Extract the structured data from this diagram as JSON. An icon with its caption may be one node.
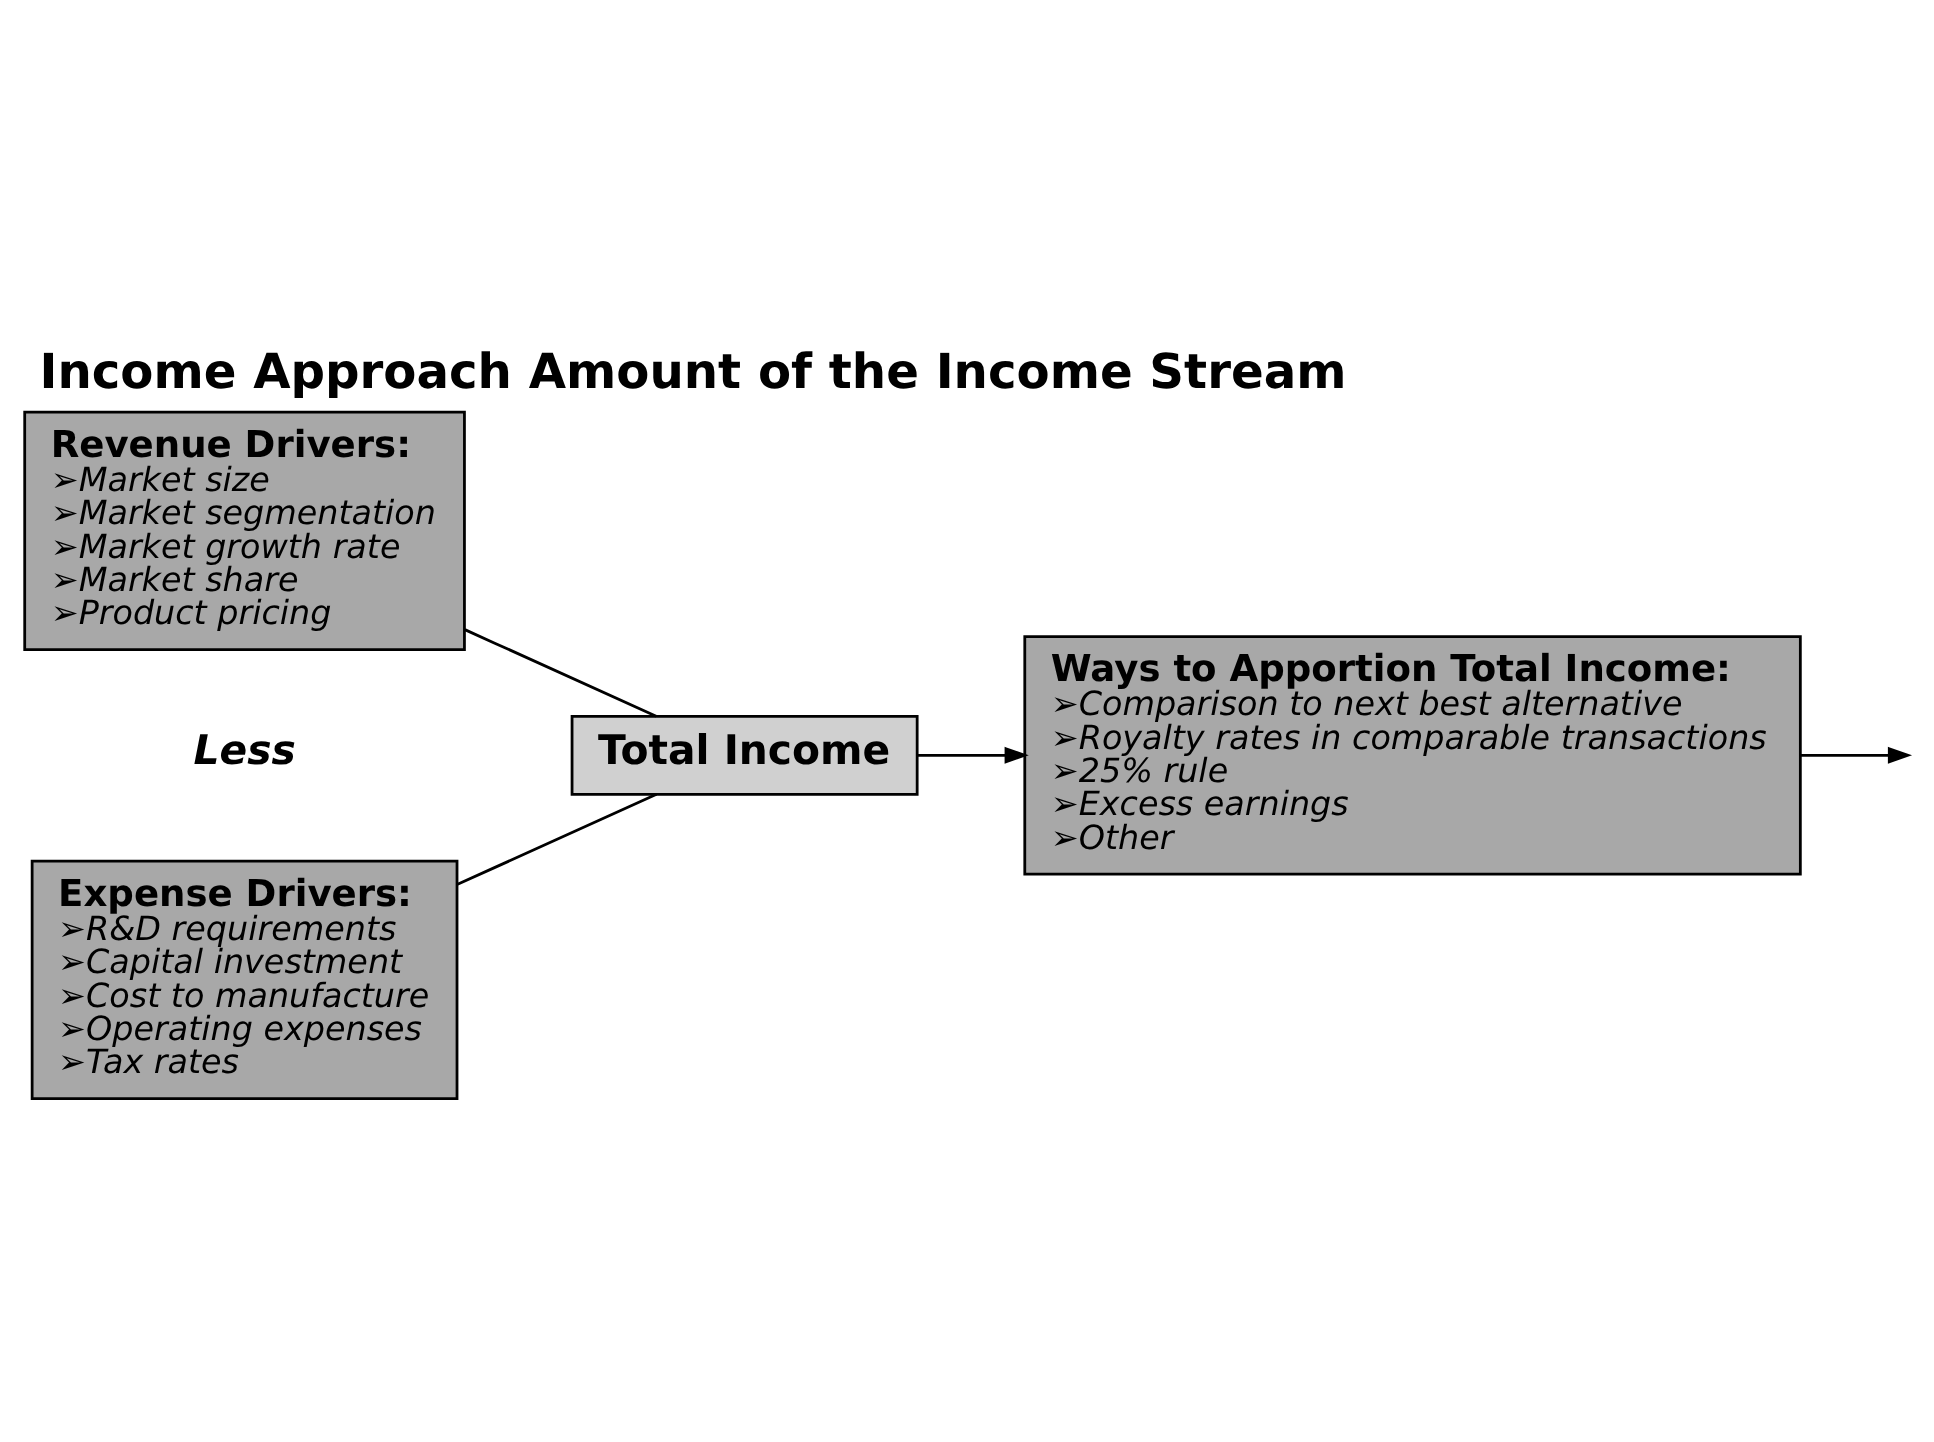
{
  "diagram": {
    "title": "Income Approach Amount of the Income Stream",
    "nodes": [
      {
        "text": [
          "Revenue Drivers:",
          "➢Market size",
          "➢Market segmentation",
          "➢Market growth rate",
          "➢Market share",
          "➢Product pricing"
        ]
      },
      {
        "text": [
          "Expense Drivers:",
          "➢R&D requirements",
          "➢Capital investment",
          "➢Cost to manufacture",
          "➢Operating expenses",
          "➢Tax rates"
        ]
      },
      {
        "text": [
          "Total Income"
        ]
      },
      {
        "text": [
          "Ways to Apportion Total Income:",
          "➢Comparison to next best alternative",
          "➢Royalty rates in comparable transactions",
          "➢25% rule",
          "➢Excess earnings",
          "➢Other"
        ]
      }
    ],
    "edges": [
      {
        "from": 0,
        "to": 2,
        "arrow": "none"
      },
      {
        "from": 1,
        "to": 2,
        "arrow": "none"
      },
      {
        "from": 2,
        "to": 3,
        "arrow": "to"
      },
      {
        "from": 3,
        "to": null,
        "arrow": "to"
      }
    ],
    "labels": [
      "Less"
    ]
  }
}
